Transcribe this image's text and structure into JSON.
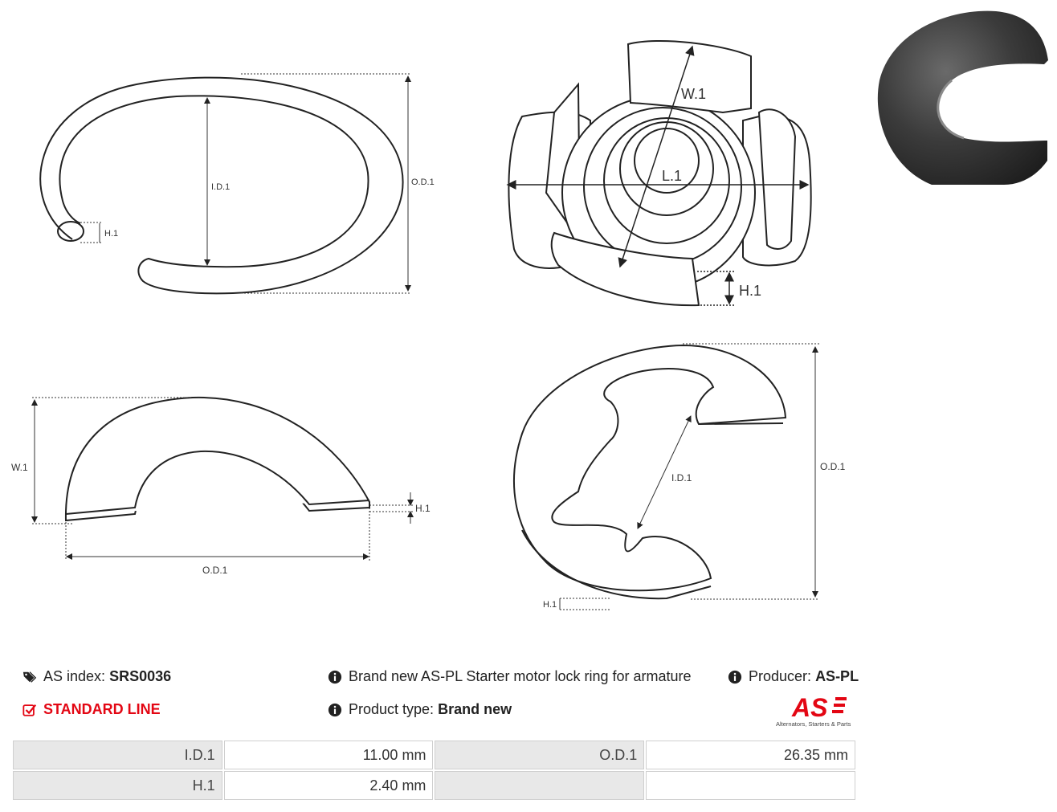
{
  "drawings": {
    "ring": {
      "id_label": "I.D.1",
      "od_label": "O.D.1",
      "h_label": "H.1"
    },
    "top_view": {
      "w_label": "W.1",
      "l_label": "L.1",
      "h_label": "H.1"
    },
    "side_view": {
      "w_label": "W.1",
      "h_label": "H.1",
      "od_label": "O.D.1"
    },
    "iso_view": {
      "id_label": "I.D.1",
      "od_label": "O.D.1",
      "h_label": "H.1"
    }
  },
  "info": {
    "as_index_label": "AS index:",
    "as_index_value": "SRS0036",
    "standard_line": "STANDARD LINE",
    "description": "Brand new AS-PL Starter motor lock ring for armature",
    "product_type_label": "Product type:",
    "product_type_value": "Brand new",
    "producer_label": "Producer:",
    "producer_value": "AS-PL"
  },
  "logo": {
    "mark": "AS",
    "tagline": "Alternators, Starters & Parts",
    "color": "#e30613"
  },
  "specs": [
    [
      {
        "label": "I.D.1",
        "value": "11.00 mm"
      },
      {
        "label": "O.D.1",
        "value": "26.35 mm"
      }
    ],
    [
      {
        "label": "H.1",
        "value": "2.40 mm"
      },
      {
        "label": "",
        "value": ""
      }
    ]
  ],
  "icons": {
    "tag": "tag-icon",
    "info": "info-icon",
    "check": "checkbox-icon"
  }
}
